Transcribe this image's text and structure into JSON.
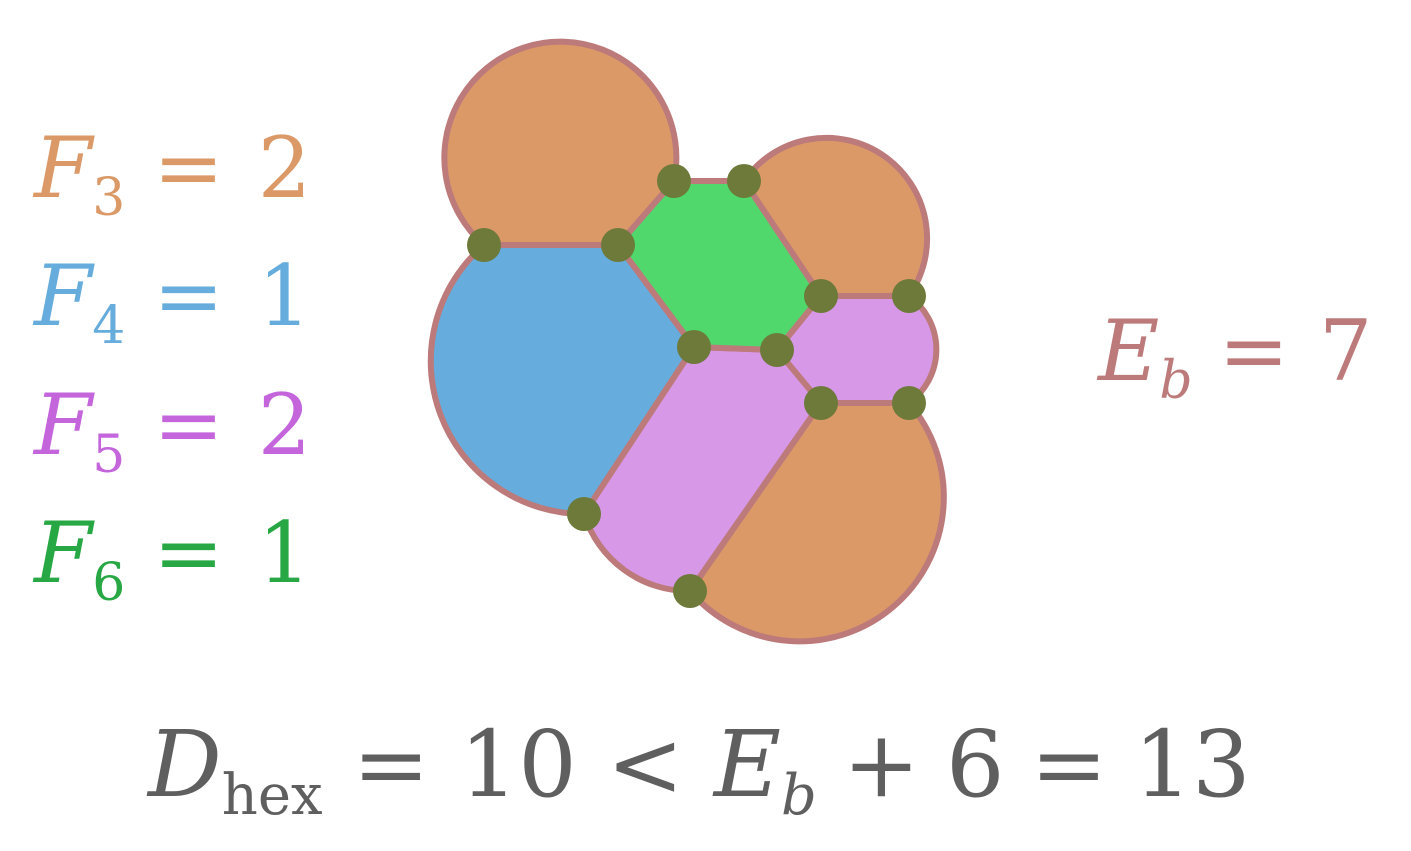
{
  "legend": [
    {
      "letter": "F",
      "subscript": "3",
      "operator": "=",
      "value": "2",
      "color": "#dc9968"
    },
    {
      "letter": "F",
      "subscript": "4",
      "operator": "=",
      "value": "1",
      "color": "#66acdc"
    },
    {
      "letter": "F",
      "subscript": "5",
      "operator": "=",
      "value": "2",
      "color": "#c465dc"
    },
    {
      "letter": "F",
      "subscript": "6",
      "operator": "=",
      "value": "1",
      "color": "#27a845"
    }
  ],
  "boundary_edges": {
    "letter": "E",
    "subscript": "b",
    "operator": "=",
    "value": "7",
    "color": "#bd7a7a"
  },
  "bottom_equation": {
    "letter": "D",
    "subscript": "hex",
    "eq1": "=",
    "value1": "10",
    "less": "<",
    "letter2": "E",
    "subscript2": "b",
    "plus": "+",
    "six": "6",
    "eq2": "=",
    "value2": "13",
    "color": "#5f5f5f"
  },
  "diagram_colors": {
    "orange_face": "#dc9968",
    "blue_face": "#66acdc",
    "violet_face": "#d898e8",
    "green_face": "#50d86c",
    "edge": "#bd7a7a",
    "vertex": "#6d7a3a"
  }
}
